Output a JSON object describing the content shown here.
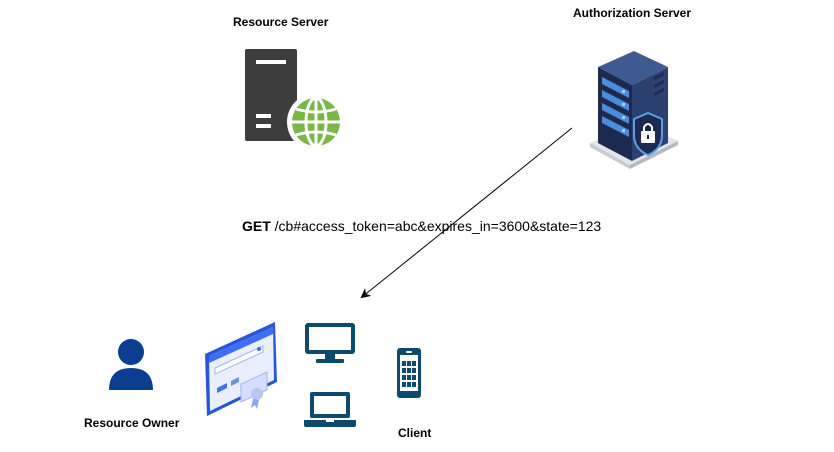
{
  "nodes": {
    "resource_server": {
      "label": "Resource Server",
      "icon": "web-server-icon"
    },
    "authorization_server": {
      "label": "Authorization Server",
      "icon": "secure-server-icon"
    },
    "resource_owner": {
      "label": "Resource Owner",
      "icon": "user-icon"
    },
    "client": {
      "label": "Client",
      "icons": [
        "browser-window-icon",
        "desktop-monitor-icon",
        "laptop-icon",
        "mobile-phone-icon"
      ]
    }
  },
  "edge": {
    "from": "Authorization Server",
    "to": "Client",
    "method": "GET",
    "path": " /cb#access_token=abc&expires_in=3600&state=123"
  },
  "colors": {
    "server_dark": "#3d3d3d",
    "globe_green": "#7ab648",
    "user_blue": "#0b3d91",
    "device_teal": "#0d4a6b",
    "browser_blue": "#3d6ef5"
  }
}
